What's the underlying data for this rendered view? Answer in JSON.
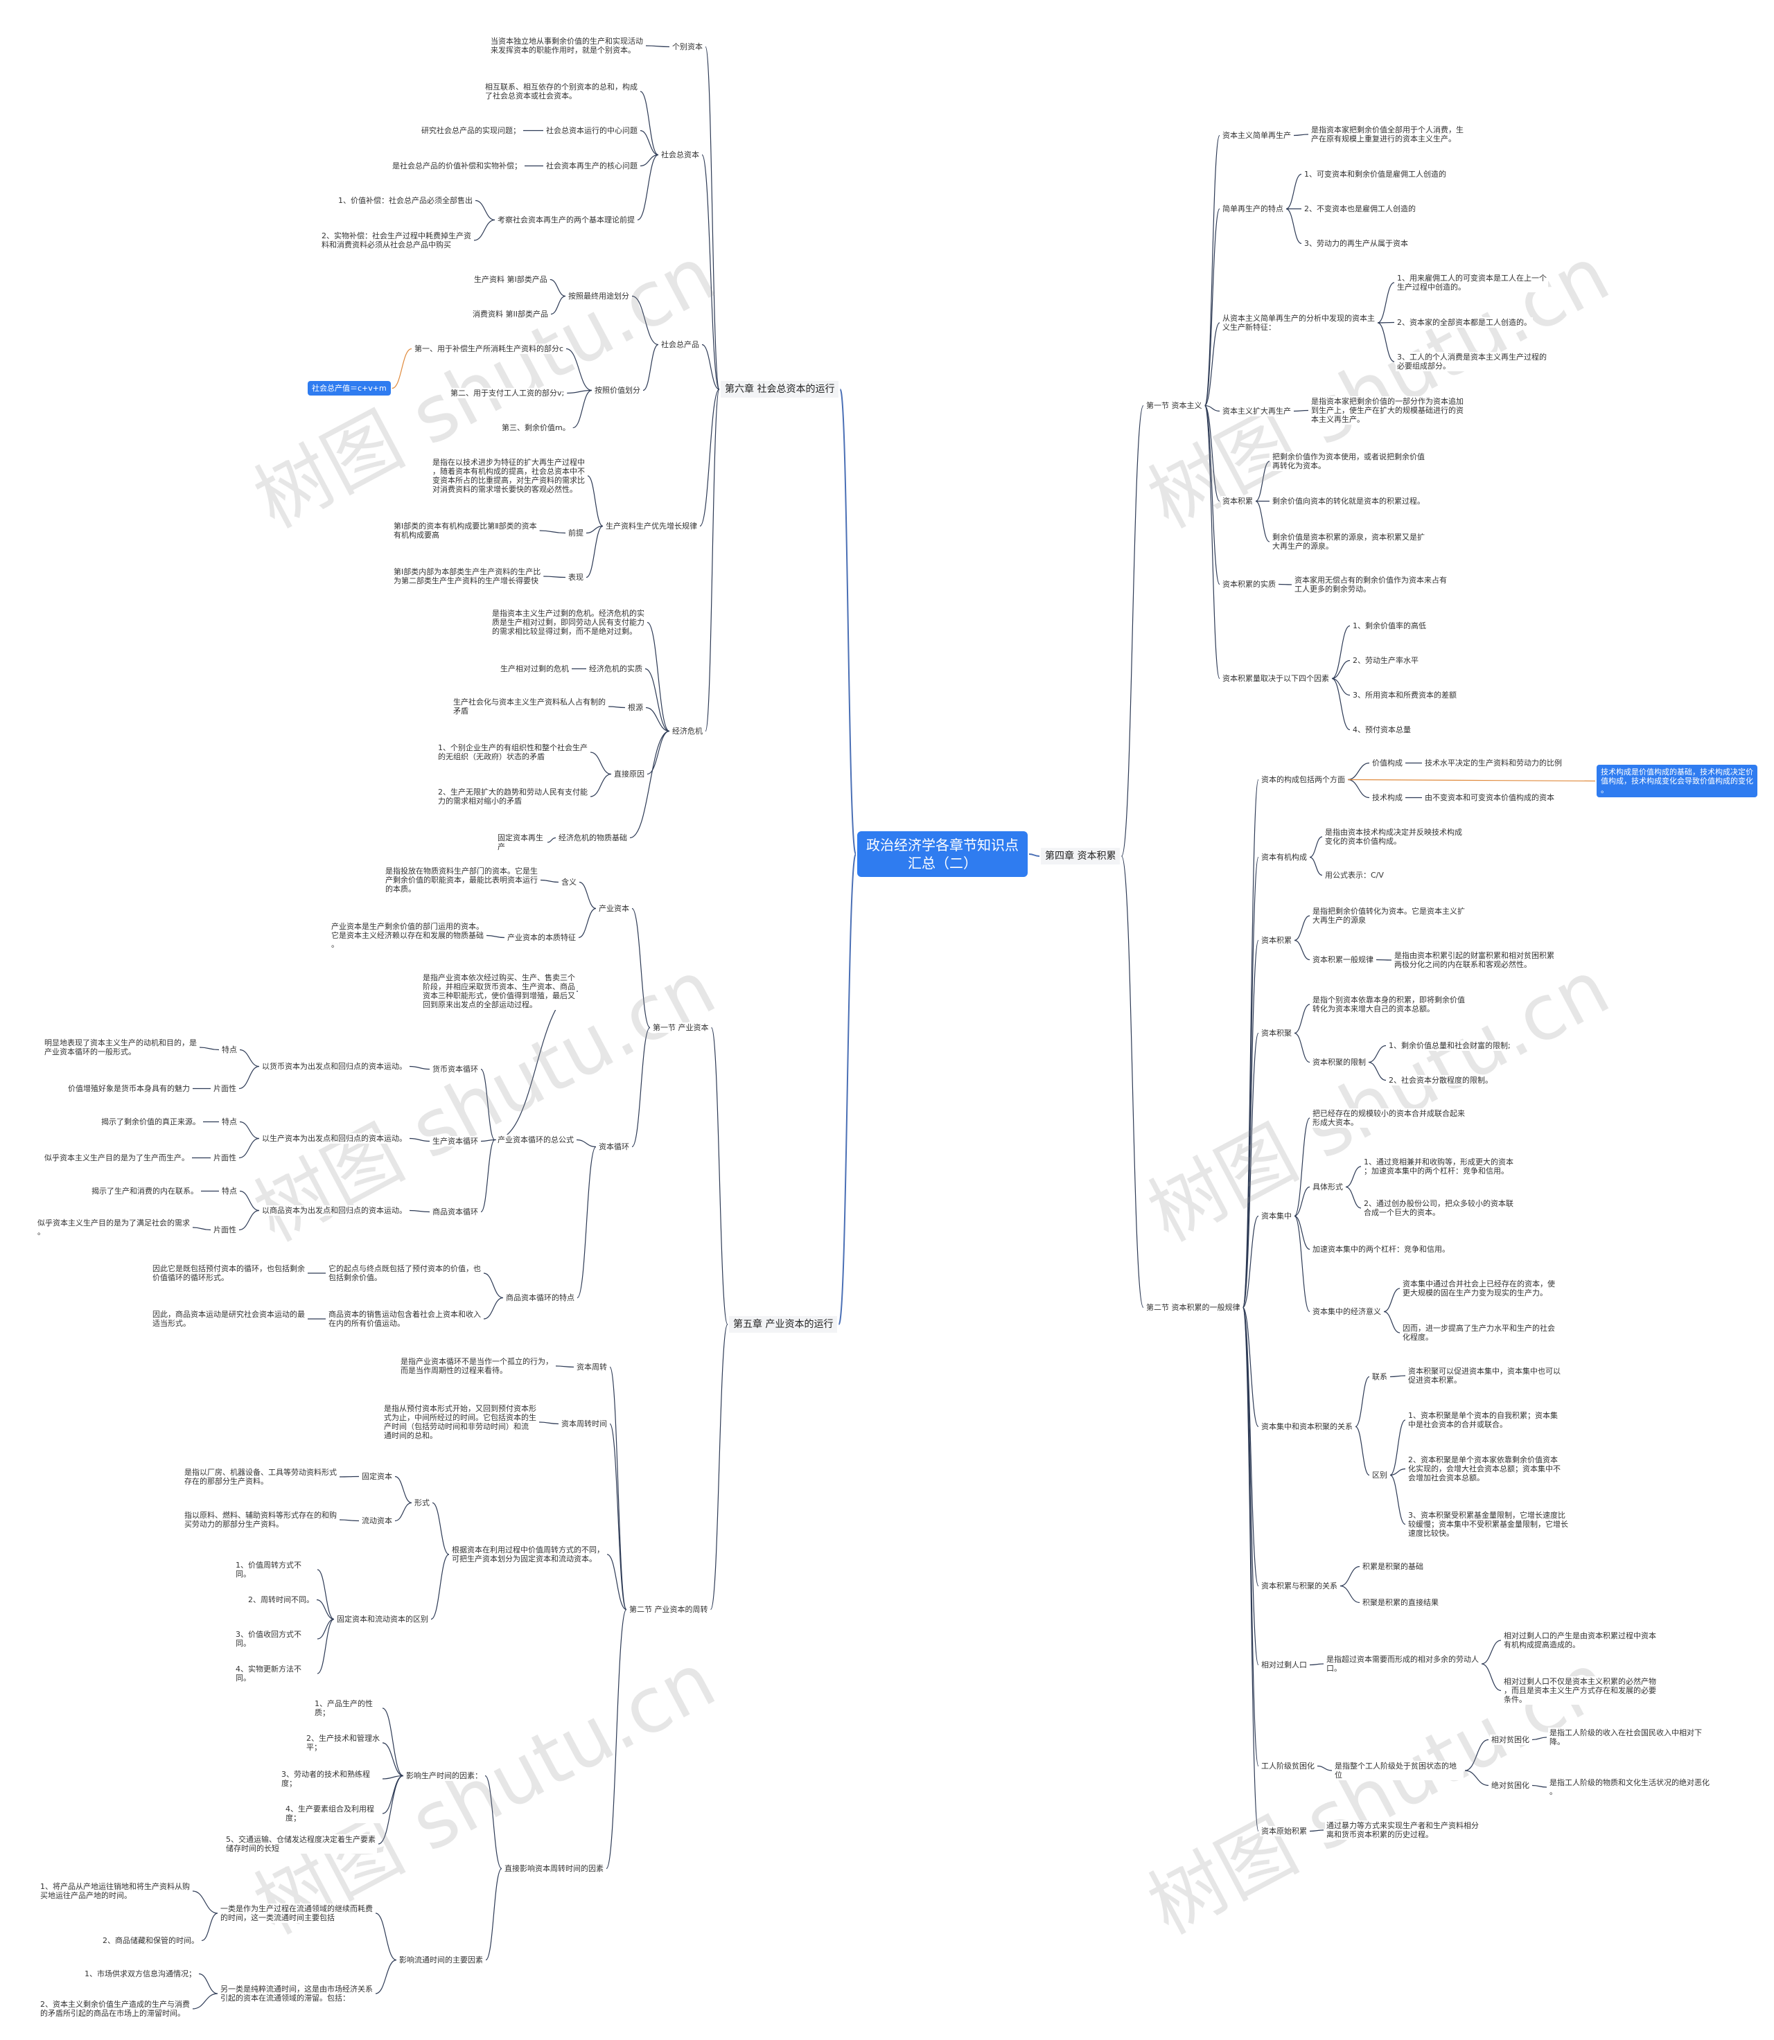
{
  "root": "政治经济学各章节知识点\n汇总（二）",
  "ch6": "第六章 社会总资本的运行",
  "ch5": "第五章 产业资本的运行",
  "ch4": "第四章 资本积累",
  "watermark": "树图 shutu.cn",
  "left": {
    "ind_cap": "个别资本",
    "ind_cap_def": "当资本独立地从事剩余价值的生产和实现活动\n来发挥资本的职能作用时，就是个别资本。",
    "soc_cap": "社会总资本",
    "soc_cap_def": "相互联系、相互依存的个别资本的总和，构成\n了社会总资本或社会资本。",
    "center_issue": "社会总资本运行的中心问题",
    "center_issue_d": "研究社会总产品的实现问题；",
    "core_issue": "社会资本再生产的核心问题",
    "core_issue_d": "是社会总产品的价值补偿和实物补偿；",
    "premise": "考察社会资本再生产的两个基本理论前提",
    "premise_1": "1、价值补偿：社会总产品必须全部售出",
    "premise_2": "2、实物补偿：社会生产过程中耗费掉生产资\n料和消费资料必须从社会总产品中购买",
    "soc_prod": "社会总产品",
    "by_use": "按照最终用途划分",
    "dept1": "生产资料 第I部类产品",
    "dept2": "消费资料 第II部类产品",
    "by_value": "按照价值划分",
    "value_1": "第一、用于补偿生产所消耗生产资料的部分c",
    "value_2": "第二、用于支付工人工资的部分v;",
    "value_3": "第三、剩余价值m。",
    "formula": "社会总产值＝c+v+m",
    "priority": "生产资料生产优先增长规律",
    "priority_d": "是指在以技术进步为特征的扩大再生产过程中\n，随着资本有机构成的提高，社会总资本中不\n变资本所占的比重提高，对生产资料的需求比\n对消费资料的需求增长要快的客观必然性。",
    "prereq": "前提",
    "prereq_d": "第Ⅰ部类的资本有机构成要比第Ⅱ部类的资本\n有机构成要高",
    "expr": "表现",
    "expr_d": "第Ⅰ部类内部为本部类生产生产资料的生产比\n为第二部类生产生产资料的生产增长得要快",
    "crisis": "经济危机",
    "crisis_def": "是指资本主义生产过剩的危机。经济危机的实\n质是生产相对过剩，即同劳动人民有支付能力\n的需求相比较显得过剩，而不是绝对过剩。",
    "essence": "经济危机的实质",
    "essence_d": "生产相对过剩的危机",
    "root_cause": "根源",
    "root_cause_d": "生产社会化与资本主义生产资料私人占有制的\n矛盾",
    "direct": "直接原因",
    "direct_1": "1、个别企业生产的有组织性和整个社会生产\n的无组织（无政府）状态的矛盾",
    "direct_2": "2、生产无限扩大的趋势和劳动人民有支付能\n力的需求相对缩小的矛盾",
    "material": "经济危机的物质基础",
    "material_d": "固定资本再生产",
    "sec1": "第一节 产业资本",
    "ind": "产业资本",
    "meaning": "含义",
    "meaning_d": "是指投放在物质资料生产部门的资本。它是生\n产剩余价值的职能资本，最能比表明资本运行\n的本质。",
    "ind_essence": "产业资本的本质特征",
    "ind_essence_d": "产业资本是生产剩余价值的部门运用的资本。\n它是资本主义经济赖以存在和发展的物质基础\n。",
    "circuit": "资本循环",
    "three_forms": "产业资本循环的总公式",
    "three_forms_d": "是指产业资本依次经过购买、生产、售卖三个\n阶段，并相应采取货币资本、生产资本、商品\n资本三种职能形式，使价值得到增殖，最后又\n回到原来出发点的全部运动过程。",
    "money_circ": "货币资本循环",
    "money_start": "以货币资本为出发点和回归点的资本运动。",
    "money_feat": "特点",
    "money_feat_d": "明显地表现了资本主义生产的动机和目的，是\n产业资本循环的一般形式。",
    "money_side": "片面性",
    "money_side_d": "价值增殖好象是货币本身具有的魅力",
    "prod_circ": "生产资本循环",
    "prod_start": "以生产资本为出发点和回归点的资本运动。",
    "prod_feat": "特点",
    "prod_feat_d": "揭示了剩余价值的真正来源。",
    "prod_side": "片面性",
    "prod_side_d": "似乎资本主义生产目的是为了生产而生产。",
    "comm_circ": "商品资本循环",
    "comm_start": "以商品资本为出发点和回归点的资本运动。",
    "comm_feat": "特点",
    "comm_feat_d": "揭示了生产和消费的内在联系。",
    "comm_side": "片面性",
    "comm_side_d": "似乎资本主义生产目的是为了满足社会的需求\n。",
    "comm_char": "商品资本循环的特点",
    "comm_char_1a": "因此它是既包括预付资本的循环，也包括剩余\n价值循环的循环形式。",
    "comm_char_1b": "它的起点与终点既包括了预付资本的价值，也\n包括剩余价值。",
    "comm_char_2a": "因此，商品资本运动是研究社会资本运动的最\n适当形式。",
    "comm_char_2b": "商品资本的销售运动包含着社会上资本和收入\n在内的所有价值运动。",
    "sec2": "第二节 产业资本的周转",
    "turnover": "资本周转",
    "turnover_d": "是指产业资本循环不是当作一个孤立的行为，\n而是当作周期性的过程来看待。",
    "tt": "资本周转时间",
    "tt_d": "是指从预付资本形式开始，又回到预付资本形\n式为止，中间所经过的时间。它包括资本的生\n产时间（包括劳动时间和非劳动时间）和流\n通时间的总和。",
    "fixed_circ": "固定资本和流动资本的区别",
    "fixed_circ_d": "根据资本在利用过程中价值周转方式的不同，\n可把生产资本划分为固定资本和流动资本。",
    "form": "形式",
    "fixed": "固定资本",
    "fixed_d": "是指以厂房、机器设备、工具等劳动资料形式\n存在的那部分生产资料。",
    "circ": "流动资本",
    "circ_d": "指以原料、燃料、辅助资料等形式存在的和购\n买劳动力的那部分生产资料。",
    "diff": "固定资本和流动资本的区别",
    "diff_1": "1、价值周转方式不同。",
    "diff_2": "2、周转时间不同。",
    "diff_3": "3、价值收回方式不同。",
    "diff_4": "4、实物更新方法不同。",
    "direct_factor": "直接影响资本周转时间的因素",
    "prod_factor": "影响生产时间的因素：",
    "pf_1": "1、产品生产的性质；",
    "pf_2": "2、生产技术和管理水平；",
    "pf_3": "3、劳动者的技术和熟练程度；",
    "pf_4": "4、生产要素组合及利用程度；",
    "pf_5": "5、交通运输、仓储发达程度决定着生产要素\n储存时间的长短",
    "circ_factor": "影响流通时间的主要因素",
    "cf_a": "一类是作为生产过程在流通领域的继续而耗费\n的时间，这一类流通时间主要包括",
    "cf_a1": "1、将产品从产地运往销地和将生产资料从购\n买地运往产品产地的时间。",
    "cf_a2": "2、商品储藏和保管的时间。",
    "cf_b": "另一类是纯粹流通时间，这是由市场经济关系\n引起的资本在流通领域的滞留。包括：",
    "cf_b1": "1、市场供求双方信息沟通情况；",
    "cf_b2": "2、资本主义剩余价值生产造成的生产与消费\n的矛盾所引起的商品在市场上的滞留时间。"
  },
  "right": {
    "s1": "第一节 资本主义",
    "simple": "资本主义简单再生产",
    "simple_d": "是指资本家把剩余价值全部用于个人消费，生\n产在原有规模上重复进行的资本主义生产。",
    "feat": "简单再生产的特点",
    "feat_1": "1、可变资本和剩余价值是雇佣工人创造的",
    "feat_2": "2、不变资本也是雇佣工人创造的",
    "feat_3": "3、劳动力的再生产从属于资本",
    "nat": "从资本主义简单再生产的分析中发现的资本主\n义生产新特征：",
    "nat_1": "1、用来雇佣工人的可变资本是工人在上一个\n生产过程中创造的。",
    "nat_2": "2、资本家的全部资本都是工人创造的。",
    "nat_3": "3、工人的个人消费是资本主义再生产过程的\n必要组成部分。",
    "expand": "资本主义扩大再生产",
    "expand_d": "是指资本家把剩余价值的一部分作为资本追加\n到生产上，使生产在扩大的规模基础进行的资\n本主义再生产。",
    "accum": "资本积累",
    "accum_1": "把剩余价值作为资本使用，或者说把剩余价值\n再转化为资本。",
    "accum_2": "剩余价值向资本的转化就是资本的积累过程。",
    "accum_3": "剩余价值是资本积累的源泉，资本积累又是扩\n大再生产的源泉。",
    "accum_ess": "资本积累的实质",
    "accum_ess_d": "资本家用无偿占有的剩余价值作为资本来占有\n工人更多的剩余劳动。",
    "scale": "资本积累量取决于以下四个因素",
    "scale_1": "1、剩余价值率的高低",
    "scale_2": "2、劳动生产率水平",
    "scale_3": "3、所用资本和所费资本的差额",
    "scale_4": "4、预付资本总量",
    "s2": "第二节 资本积累的一般规律",
    "comp": "资本的构成包括两个方面",
    "val_comp": "价值构成",
    "tech_comp": "技术构成",
    "tech_comp_d": "技术水平决定的生产资料和劳动力的比例",
    "val_comp_d": "由不变资本和可变资本价值构成的资本",
    "callout": "技术构成是价值构成的基础，技术构成决定价\n值构成，技术构成变化会导致价值构成的变化\n。",
    "org": "资本有机构成",
    "org_d": "是指由资本技术构成决定并反映技术构成\n变化的资本价值构成。",
    "org_f": "用公式表示：C/V",
    "accum2": "资本积累",
    "accum2_d": "是指把剩余价值转化为资本。它是资本主义扩\n大再生产的源泉",
    "accum_trend": "资本积累一般规律",
    "accum_trend_d": "是指由资本积累引起的财富积累和相对贫困积累\n两极分化之间的内在联系和客观必然性。",
    "conc": "资本积聚",
    "conc_d": "是指个别资本依靠本身的积累，即将剩余价值\n转化为资本来增大自己的资本总额。",
    "conc_lim": "资本积聚的限制",
    "conc_lim_1": "1、剩余价值总量和社会财富的限制;",
    "conc_lim_2": "2、社会资本分散程度的限制。",
    "cent": "资本集中",
    "cent_d": "把已经存在的规模较小的资本合并成联合起来\n形成大资本。",
    "cent_forms": "具体形式",
    "cent_f1": "1、通过竞相兼并和收购等，形成更大的资本\n；加速资本集中的两个杠杆：竞争和信用。",
    "cent_f2": "2、通过创办股份公司，把众多较小的资本联\n合成一个巨大的资本。",
    "cent_lever": "加速资本集中的两个杠杆：竞争和信用。",
    "cent_eco": "资本集中的经济意义",
    "cent_eco_1": "资本集中通过合并社会上已经存在的资本，使\n更大规模的固在生产力变为现实的生产力。",
    "cent_eco_2": "因而，进一步提高了生产力水平和生产的社会\n化程度。",
    "rel": "资本集中和资本积聚的关系",
    "rel_link": "联系",
    "rel_link_d": "资本积聚可以促进资本集中，资本集中也可以\n促进资本积累。",
    "rel_diff": "区别",
    "rel_diff_1": "1、资本积聚是单个资本的自我积累；资本集\n中是社会资本的合并或联合。",
    "rel_diff_2": "2、资本积聚是单个资本家依靠剩余价值资本\n化实现的，会增大社会资本总额；资本集中不\n会增加社会资本总额。",
    "rel_diff_3": "3、资本积聚受积累基金量限制，它增长速度比\n较缓慢；资本集中不受积累基金量限制，它增长\n速度比较快。",
    "rel2": "资本积累与积聚的关系",
    "rel2_1": "积累是积聚的基础",
    "rel2_2": "积聚是积累的直接结果",
    "surplus": "相对过剩人口",
    "surplus_d": "是指超过资本需要而形成的相对多余的劳动人\n口。",
    "surplus_1": "相对过剩人口的产生是由资本积累过程中资本\n有机构成提高造成的。",
    "surplus_2": "相对过剩人口不仅是资本主义积累的必然产物\n，而且是资本主义生产方式存在和发展的必要\n条件。",
    "pov": "工人阶级贫困化",
    "pov_d": "是指整个工人阶级处于贫困状态的地位",
    "pov_rel": "相对贫困化",
    "pov_rel_d": "是指工人阶级的收入在社会国民收入中相对下\n降。",
    "pov_abs": "绝对贫困化",
    "pov_abs_d": "是指工人阶级的物质和文化生活状况的绝对恶化\n。",
    "prim": "资本原始积累",
    "prim_d": "通过暴力等方式来实现生产者和生产资料相分\n离和货币资本积累的历史过程。"
  }
}
